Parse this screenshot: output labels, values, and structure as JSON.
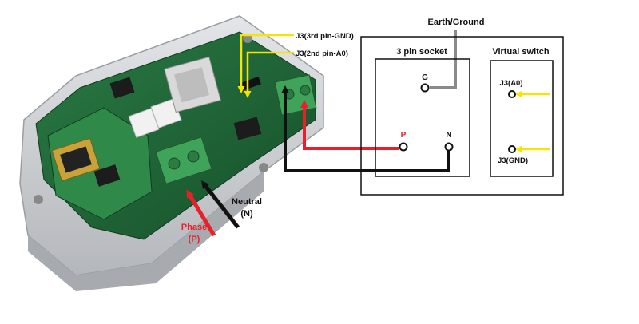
{
  "labels": {
    "earth_ground": "Earth/Ground",
    "j3_gnd": "J3(3rd pin-GND)",
    "j3_a0": "J3(2nd pin-A0)",
    "socket_title": "3 pin socket",
    "virtual_switch_title": "Virtual switch",
    "pin_g": "G",
    "pin_p": "P",
    "pin_n": "N",
    "vs_j3_a0": "J3(A0)",
    "vs_j3_gnd": "J3(GND)",
    "neutral": "Neutral",
    "neutral_short": "(N)",
    "phase": "Phase",
    "phase_short": "(P)"
  },
  "colors": {
    "phase_wire": "#e8202a",
    "neutral_wire": "#111111",
    "earth_wire": "#8a8a8a",
    "signal_wire": "#f5e500",
    "pcb_green": "#1f6b3a",
    "terminal_green": "#3fa35a",
    "enclosure": "#c9ccd0"
  }
}
